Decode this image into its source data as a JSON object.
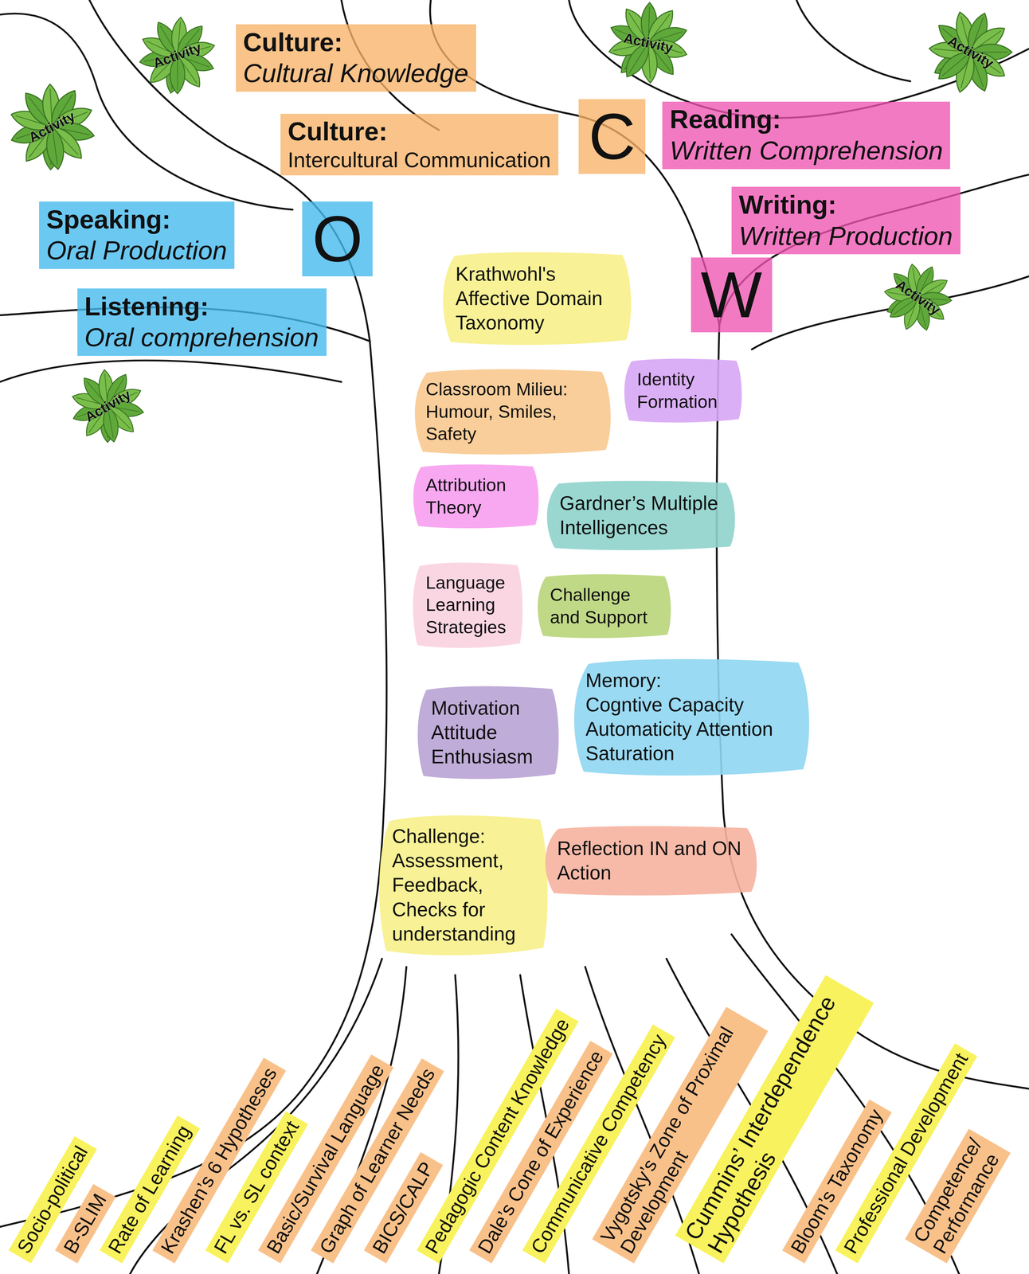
{
  "diagram": {
    "nodes": [
      {
        "text": [
          "Culture:",
          "Cultural Knowledge"
        ]
      },
      {
        "text": [
          "C"
        ]
      },
      {
        "text": [
          "Culture:",
          "Intercultural Communication"
        ]
      },
      {
        "text": [
          "Activity"
        ]
      },
      {
        "text": [
          "Activity"
        ]
      },
      {
        "text": [
          "Activity"
        ]
      },
      {
        "text": [
          "Activity"
        ]
      },
      {
        "text": [
          "Reading:",
          "Written Comprehension"
        ]
      },
      {
        "text": [
          "Writing:",
          "Written Production"
        ]
      },
      {
        "text": [
          "Speaking:",
          "Oral Production"
        ]
      },
      {
        "text": [
          "O"
        ]
      },
      {
        "text": [
          "W"
        ]
      },
      {
        "text": [
          "Activity"
        ]
      },
      {
        "text": [
          "Listening:",
          "Oral comprehension"
        ]
      },
      {
        "text": [
          "Activity"
        ]
      },
      {
        "text": [
          "Krathwohl's Affective Domain Taxonomy"
        ]
      },
      {
        "text": [
          "Classroom Milieu: Humour, Smiles, Safety"
        ]
      },
      {
        "text": [
          "Identity Formation"
        ]
      },
      {
        "text": [
          "Attribution Theory"
        ]
      },
      {
        "text": [
          "Gardner’s Multiple Intelligences"
        ]
      },
      {
        "text": [
          "Language Learning Strategies"
        ]
      },
      {
        "text": [
          "Challenge and Support"
        ]
      },
      {
        "text": [
          "Memory:",
          "Cogntive Capacity Automaticity Attention Saturation"
        ]
      },
      {
        "text": [
          "Motivation Attitude Enthusiasm"
        ]
      },
      {
        "text": [
          "Challenge:",
          "Assessment, Feedback, Checks for understanding"
        ]
      },
      {
        "text": [
          "Reflection IN and ON Action"
        ]
      },
      {
        "text": [
          "Socio-political"
        ]
      },
      {
        "text": [
          "B-SLIM"
        ]
      },
      {
        "text": [
          "Rate of Learning"
        ]
      },
      {
        "text": [
          "Krashen’s 6 Hypotheses"
        ]
      },
      {
        "text": [
          "FL vs. SL context"
        ]
      },
      {
        "text": [
          "Basic/Survival Language"
        ]
      },
      {
        "text": [
          "Graph of Learner Needs"
        ]
      },
      {
        "text": [
          "BICS/CALP"
        ]
      },
      {
        "text": [
          "Pedagogic Content Knowledge"
        ]
      },
      {
        "text": [
          "Dale’s Cone of Experience"
        ]
      },
      {
        "text": [
          "Communicative Competency"
        ]
      },
      {
        "text": [
          "Vygotsky’s Zone of Proximal Development"
        ]
      },
      {
        "text": [
          "Cummins’ Interdependence Hypothesis"
        ]
      },
      {
        "text": [
          "Bloom’s Taxonomy"
        ]
      },
      {
        "text": [
          "Professional Development"
        ]
      },
      {
        "text": [
          "Competence/ Performance"
        ]
      }
    ]
  }
}
